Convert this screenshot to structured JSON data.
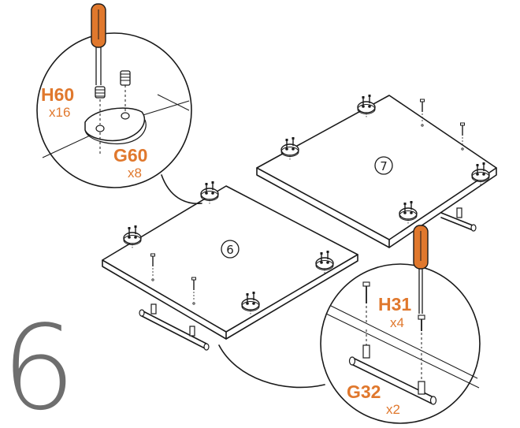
{
  "step_number": "6",
  "panels": [
    {
      "number": "6"
    },
    {
      "number": "7"
    }
  ],
  "callouts": [
    {
      "code": "H60",
      "qty": "x16"
    },
    {
      "code": "G60",
      "qty": "x8"
    },
    {
      "code": "H31",
      "qty": "x4"
    },
    {
      "code": "G32",
      "qty": "x2"
    }
  ],
  "colors": {
    "accent": "#e0782d",
    "step_gray": "#6e6e6e",
    "line": "#1a1a1a"
  }
}
